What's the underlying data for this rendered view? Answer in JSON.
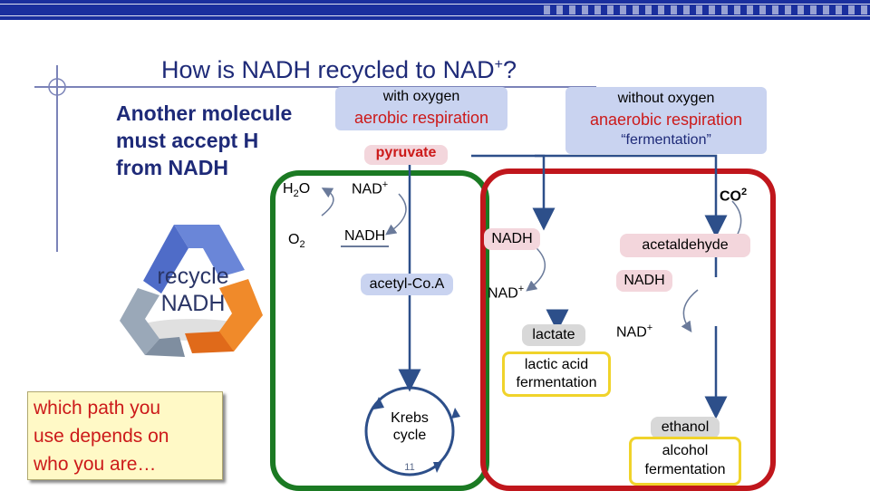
{
  "title": {
    "main": "How is NADH recycled to NAD",
    "sup": "+",
    "tail": "?"
  },
  "intro": {
    "line1": "Another molecule",
    "line2": "must accept H",
    "line3": "from NADH"
  },
  "aerobic": {
    "heading": "with oxygen",
    "name": "aerobic respiration"
  },
  "anaerobic": {
    "heading": "without oxygen",
    "name": "anaerobic respiration",
    "alt": "“fermentation”"
  },
  "pyruvate": "pyruvate",
  "left_path": {
    "h2o": "H",
    "h2o_sub": "2",
    "h2o_tail": "O",
    "o2": "O",
    "o2_sub": "2",
    "nad": "NAD",
    "nad_sup": "+",
    "nadh": "NADH",
    "acetyl": "acetyl-Co.A",
    "krebs_line1": "Krebs",
    "krebs_line2": "cycle",
    "page_number": "11"
  },
  "right_path": {
    "co2": "CO",
    "co2_sub": "2",
    "nadh1": "NADH",
    "nad1": "NAD",
    "nad1_sup": "+",
    "lactate": "lactate",
    "lactic_line1": "lactic acid",
    "lactic_line2": "fermentation",
    "acetaldehyde": "acetaldehyde",
    "nadh2": "NADH",
    "nad2": "NAD",
    "nad2_sup": "+",
    "ethanol": "ethanol",
    "alcohol_line1": "alcohol",
    "alcohol_line2": "fermentation"
  },
  "recycle": {
    "line1": "recycle",
    "line2": "NADH"
  },
  "note": {
    "line1": "which path you",
    "line2": "use depends on",
    "line3": "who you are…"
  },
  "colors": {
    "title": "#1e2a78",
    "aerobic_frame": "#1b7a23",
    "anaerobic_frame": "#c0161c",
    "arrow": "#2d4f8a",
    "highlight": "#f0d32a",
    "note_text": "#cc1a1a"
  }
}
